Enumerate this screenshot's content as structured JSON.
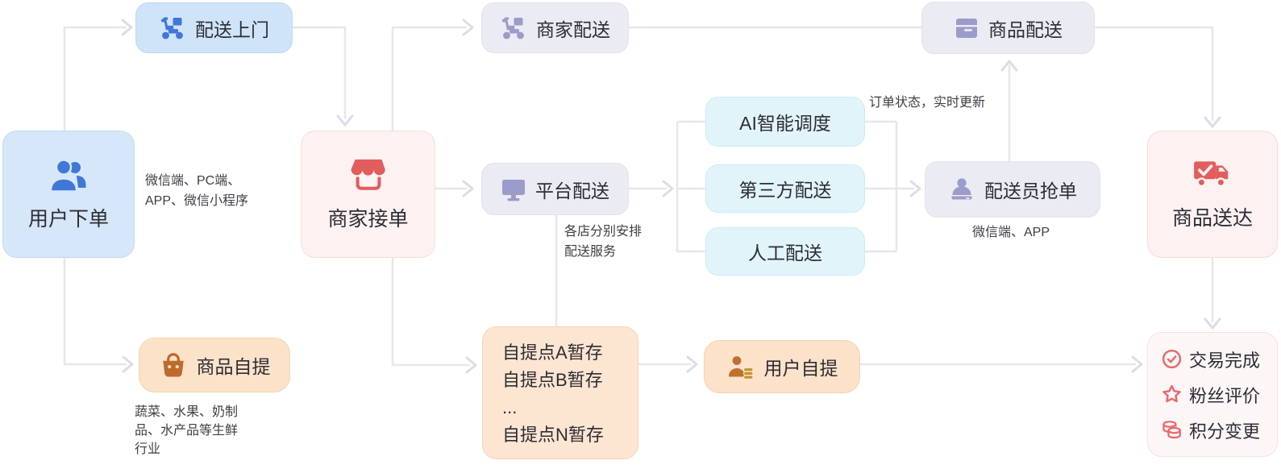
{
  "nodes": {
    "user_order": {
      "label": "用户下单",
      "icon": "users-icon"
    },
    "home_delivery": {
      "label": "配送上门",
      "icon": "scooter-icon"
    },
    "merchant_accept": {
      "label": "商家接单",
      "icon": "storefront-icon"
    },
    "merchant_delivery": {
      "label": "商家配送",
      "icon": "scooter-icon"
    },
    "platform_delivery": {
      "label": "平台配送",
      "icon": "monitor-icon"
    },
    "product_delivery": {
      "label": "商品配送",
      "icon": "package-icon"
    },
    "ai_dispatch": {
      "label": "AI智能调度"
    },
    "third_party_delivery": {
      "label": "第三方配送"
    },
    "manual_delivery": {
      "label": "人工配送"
    },
    "courier_grab": {
      "label": "配送员抢单",
      "icon": "courier-icon"
    },
    "product_arrival": {
      "label": "商品送达",
      "icon": "truck-check-icon"
    },
    "self_pickup": {
      "label": "商品自提",
      "icon": "bag-icon"
    },
    "pickup_points": {
      "lines": [
        "自提点A暂存",
        "自提点B暂存",
        "...",
        "自提点N暂存"
      ]
    },
    "user_pickup": {
      "label": "用户自提",
      "icon": "person-coins-icon"
    },
    "completion": {
      "items": [
        {
          "label": "交易完成",
          "icon": "check-circle-icon"
        },
        {
          "label": "粉丝评价",
          "icon": "star-icon"
        },
        {
          "label": "积分变更",
          "icon": "coins-icon"
        }
      ]
    }
  },
  "annotations": {
    "order_channels": {
      "lines": [
        "微信端、PC端、",
        "APP、微信小程序"
      ]
    },
    "order_status": {
      "lines": [
        "订单状态，实时更新"
      ]
    },
    "store_arrange": {
      "lines": [
        "各店分别安排",
        "配送服务"
      ]
    },
    "courier_channels": {
      "lines": [
        "微信端、APP"
      ]
    },
    "fresh_industry": {
      "lines": [
        "蔬菜、水果、奶制",
        "品、水产品等生鲜",
        "行业"
      ]
    }
  },
  "colors": {
    "blue_icon": "#4077d8",
    "lavender_icon": "#9b9cca",
    "red_icon": "#e25d5d",
    "orange_icon": "#bd6a2b",
    "rose_outline_icon": "#e86a6f",
    "blue_fill": "#d5e7f8",
    "gray_fill": "#ebebf3",
    "cyan_fill": "#e1f4fa",
    "pink_fill": "#fdf2f1",
    "orange_fill": "#fbe2c9",
    "connector": "#e7e6ee",
    "text": "#2d2d35"
  }
}
